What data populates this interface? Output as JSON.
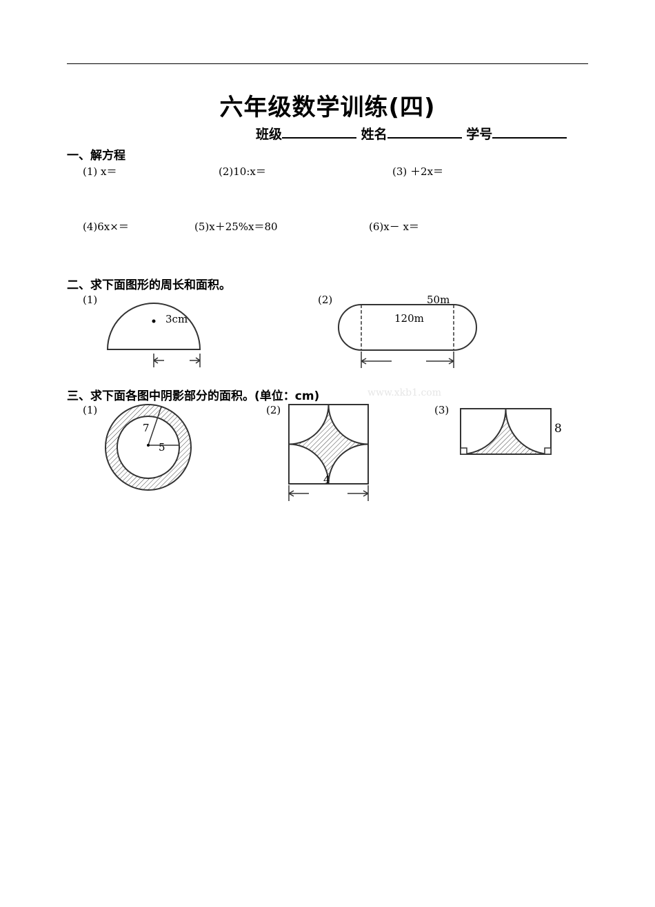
{
  "document": {
    "title": "六年级数学训练(四)",
    "info_fields": [
      {
        "label": "班级",
        "value": ""
      },
      {
        "label": "姓名",
        "value": ""
      },
      {
        "label": "学号",
        "value": ""
      }
    ]
  },
  "section1": {
    "heading": "一、解方程",
    "problems": [
      {
        "label": "(1)",
        "text": "x＝"
      },
      {
        "label": "(2)",
        "text": "10:x＝"
      },
      {
        "label": "(3)",
        "text": "＋2x＝"
      },
      {
        "label": "(4)",
        "text": "6x×＝"
      },
      {
        "label": "(5)",
        "text": "x＋25%x＝80"
      },
      {
        "label": "(6)",
        "text": "x－ x＝"
      }
    ]
  },
  "section2": {
    "heading": "二、求下面图形的周长和面积。",
    "figures": [
      {
        "label": "(1)",
        "shape": "semicircle",
        "dimension": "3cm"
      },
      {
        "label": "(2)",
        "shape": "stadium",
        "top_dimension": "50m",
        "inner_dimension": "120m"
      }
    ]
  },
  "section3": {
    "heading": "三、求下面各图中阴影部分的面积。(单位：cm)",
    "watermark": "www.xkb1.com",
    "figures": [
      {
        "label": "(1)",
        "shape": "ring",
        "outer_radius": "7",
        "inner_radius": "5"
      },
      {
        "label": "(2)",
        "shape": "square-with-quarter-circles",
        "side": "4"
      },
      {
        "label": "(3)",
        "shape": "rectangle-with-quarter-circles",
        "height": "8"
      }
    ]
  }
}
